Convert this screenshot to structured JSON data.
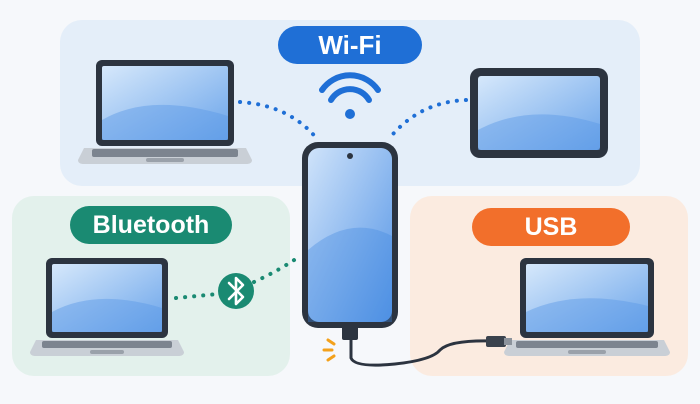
{
  "labels": {
    "wifi": "Wi-Fi",
    "bluetooth": "Bluetooth",
    "usb": "USB"
  },
  "icons": {
    "wifi": "wifi-icon",
    "bluetooth": "bluetooth-icon",
    "usb": "usb-plug-icon"
  },
  "colors": {
    "wifi_accent": "#1f6fd6",
    "bluetooth_accent": "#1a8a72",
    "usb_accent": "#f26f2b",
    "wifi_panel": "#e4eef9",
    "bluetooth_panel": "#e3f1ec",
    "usb_panel": "#fbebe0"
  }
}
